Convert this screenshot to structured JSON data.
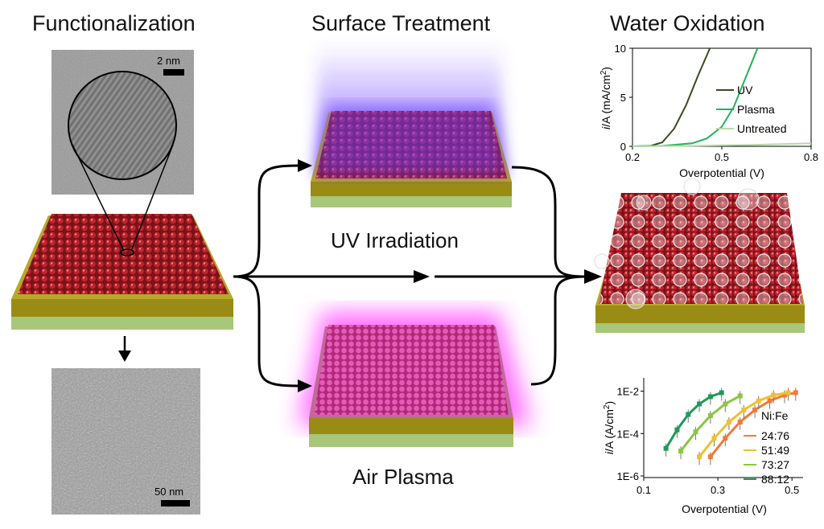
{
  "headings": {
    "functionalization": "Functionalization",
    "surface_treatment": "Surface Treatment",
    "water_oxidation": "Water Oxidation"
  },
  "treatments": {
    "uv": "UV Irradiation",
    "plasma": "Air Plasma"
  },
  "micrographs": {
    "tem_scale": "2 nm",
    "sem_scale": "50 nm"
  },
  "colors": {
    "particles": "#b01e28",
    "substrate_gold": "#a89a1c",
    "substrate_green": "#a7c77a",
    "uv_glow": "#6a3cff",
    "plasma_glow": "#ff3cff"
  },
  "chart_data": [
    {
      "type": "line",
      "title": "",
      "xlabel": "Overpotential (V)",
      "ylabel": "i/A (mA/cm2)",
      "ylabel_italic": "i",
      "ylabel_rest": "/A (mA/cm",
      "ylabel_sup": "2",
      "ylabel_end": ")",
      "xlim": [
        0.2,
        0.8
      ],
      "ylim": [
        0,
        10
      ],
      "xticks": [
        "0.2",
        "0.5",
        "0.8"
      ],
      "yticks": [
        "0",
        "5",
        "10"
      ],
      "legend": "right",
      "series": [
        {
          "name": "UV",
          "color": "#3b4a1e",
          "x": [
            0.2,
            0.26,
            0.3,
            0.34,
            0.38,
            0.42,
            0.46
          ],
          "y": [
            0,
            0.05,
            0.4,
            1.8,
            4.2,
            7.2,
            10
          ]
        },
        {
          "name": "Plasma",
          "color": "#21b35a",
          "x": [
            0.2,
            0.3,
            0.4,
            0.45,
            0.5,
            0.54,
            0.58,
            0.62
          ],
          "y": [
            0,
            0.05,
            0.3,
            0.8,
            2.0,
            4.0,
            7.0,
            10
          ]
        },
        {
          "name": "Untreated",
          "color": "#b7d9a8",
          "x": [
            0.2,
            0.4,
            0.6,
            0.8
          ],
          "y": [
            0,
            0.05,
            0.15,
            0.3
          ]
        }
      ]
    },
    {
      "type": "scatter",
      "title": "",
      "xlabel": "Overpotential (V)",
      "ylabel": "i/A (A/cm2)",
      "ylabel_italic": "i",
      "ylabel_rest": "/A (A/cm",
      "ylabel_sup": "2",
      "ylabel_end": ")",
      "xlim": [
        0.1,
        0.53
      ],
      "log_y": true,
      "ylim": [
        1e-06,
        0.03
      ],
      "xticks": [
        "0.1",
        "0.3",
        "0.5"
      ],
      "yticks": [
        "1E-2",
        "1E-4",
        "1E-6"
      ],
      "legend_title": "Ni:Fe",
      "legend": "right",
      "series": [
        {
          "name": "24:76",
          "color": "#f07a3a",
          "x": [
            0.28,
            0.32,
            0.36,
            0.4,
            0.44,
            0.48,
            0.51
          ],
          "y": [
            8e-06,
            6e-05,
            0.00035,
            0.0013,
            0.0035,
            0.0065,
            0.0085
          ]
        },
        {
          "name": "51:49",
          "color": "#f0c030",
          "x": [
            0.25,
            0.29,
            0.33,
            0.37,
            0.41,
            0.45,
            0.49
          ],
          "y": [
            8e-06,
            6e-05,
            0.00035,
            0.0013,
            0.0035,
            0.0065,
            0.0085
          ]
        },
        {
          "name": "73:27",
          "color": "#8cc63f",
          "x": [
            0.2,
            0.24,
            0.28,
            0.32,
            0.36
          ],
          "y": [
            1.5e-05,
            0.00012,
            0.0007,
            0.0025,
            0.006
          ]
        },
        {
          "name": "88:12",
          "color": "#1f9a5a",
          "x": [
            0.16,
            0.19,
            0.22,
            0.25,
            0.28,
            0.31
          ],
          "y": [
            2e-05,
            0.00015,
            0.0008,
            0.0025,
            0.0055,
            0.0085
          ]
        }
      ]
    }
  ]
}
